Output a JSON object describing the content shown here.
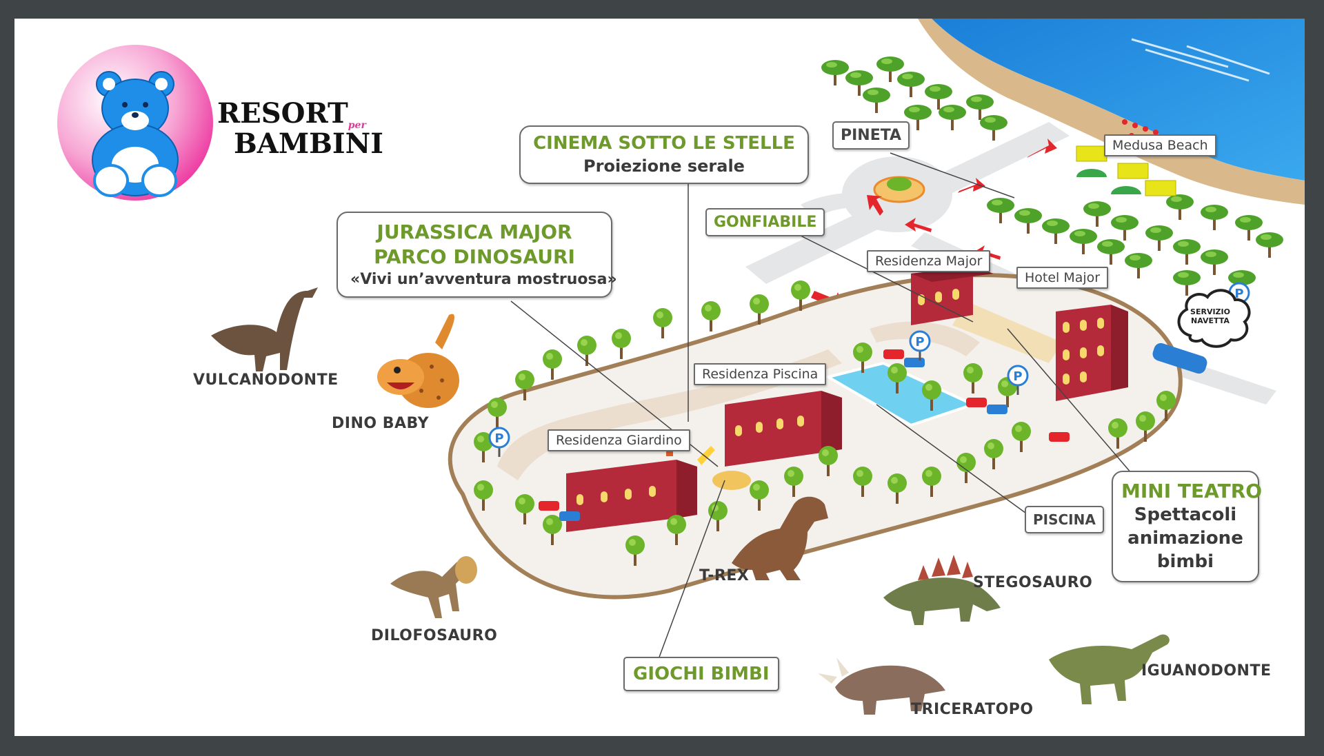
{
  "logo": {
    "line1": "RESORT",
    "per": "per",
    "line2": "BAMBINI",
    "colors": {
      "circle_pink": "#f03aa5",
      "bear_blue": "#1e8ee8"
    }
  },
  "labels": {
    "cinema_title": "CINEMA SOTTO LE STELLE",
    "cinema_sub": "Proiezione serale",
    "jurassica_1": "JURASSICA MAJOR",
    "jurassica_2": "PARCO DINOSAURI",
    "jurassica_3": "«Vivi un’avventura mostruosa»",
    "pineta": "PINETA",
    "gonfiabile": "GONFIABILE",
    "medusa_beach": "Medusa Beach",
    "residenza_major": "Residenza Major",
    "hotel_major": "Hotel Major",
    "residenza_piscina": "Residenza Piscina",
    "residenza_giardino": "Residenza Giardino",
    "piscina": "PISCINA",
    "mini_teatro_title": "MINI TEATRO",
    "mini_teatro_1": "Spettacoli",
    "mini_teatro_2": "animazione",
    "mini_teatro_3": "bimbi",
    "giochi_bimbi": "GIOCHI BIMBI",
    "servizio_1": "SERVIZIO",
    "servizio_2": "NAVETTA",
    "parking": "P"
  },
  "dinosaurs": [
    {
      "name": "VULCANODONTE"
    },
    {
      "name": "DINO BABY"
    },
    {
      "name": "DILOFOSAURO"
    },
    {
      "name": "T-REX"
    },
    {
      "name": "STEGOSAURO"
    },
    {
      "name": "TRICERATOPO"
    },
    {
      "name": "IGUANODONTE"
    }
  ],
  "colors": {
    "frame_border": "#3f4447",
    "sea": "#1f8fe0",
    "sand": "#d9b98c",
    "path": "#a27f57",
    "building": "#b52a3a",
    "tree": "#6cb52a",
    "accent_green": "#6d9a2a",
    "arrow_red": "#e4252b",
    "parking_blue": "#2a7fd4",
    "pool": "#6fd0ef"
  }
}
